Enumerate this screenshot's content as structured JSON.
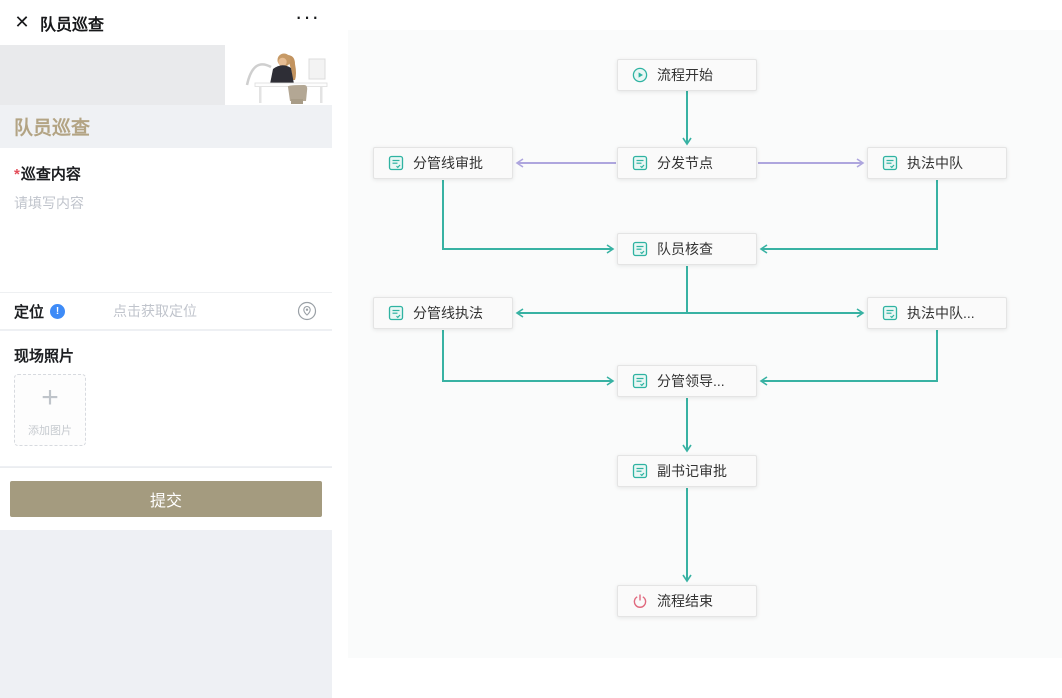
{
  "colors": {
    "accent_teal": "#38b2a3",
    "accent_purple": "#aea6de",
    "title_gold": "#b3a484",
    "submit_bg": "#a49b7f",
    "info_blue": "#3e8bf7",
    "end_icon_rose": "#e0697e",
    "node_bg": "#fafafa",
    "node_border": "#e4e4e4"
  },
  "left_panel": {
    "topbar": {
      "close_icon": "✕",
      "title": "队员巡查",
      "more_icon": "···"
    },
    "hero_title": "队员巡查",
    "fields": {
      "content": {
        "required_mark": "*",
        "label": "巡查内容",
        "placeholder": "请填写内容"
      },
      "location": {
        "label": "定位",
        "info_mark": "!",
        "placeholder": "点击获取定位"
      },
      "photos": {
        "label": "现场照片",
        "upload_plus": "+",
        "upload_text": "添加图片"
      }
    },
    "submit_label": "提交"
  },
  "flowchart": {
    "nodes": [
      {
        "id": "start",
        "label": "流程开始",
        "icon": "play-circle"
      },
      {
        "id": "line-approval",
        "label": "分管线审批",
        "icon": "form"
      },
      {
        "id": "dispatch",
        "label": "分发节点",
        "icon": "form"
      },
      {
        "id": "squadron",
        "label": "执法中队",
        "icon": "form"
      },
      {
        "id": "member-check",
        "label": "队员核查",
        "icon": "form"
      },
      {
        "id": "line-enforce",
        "label": "分管线执法",
        "icon": "form"
      },
      {
        "id": "squadron-more",
        "label": "执法中队...",
        "icon": "form"
      },
      {
        "id": "leader",
        "label": "分管领导...",
        "icon": "form"
      },
      {
        "id": "deputy-approval",
        "label": "副书记审批",
        "icon": "form"
      },
      {
        "id": "end",
        "label": "流程结束",
        "icon": "power"
      }
    ],
    "edges": [
      "start→dispatch",
      "dispatch→line-approval",
      "dispatch→squadron",
      "line-approval→member-check",
      "squadron→member-check",
      "member-check→line-enforce",
      "member-check→squadron-more",
      "line-enforce→leader",
      "squadron-more→leader",
      "leader→deputy-approval",
      "deputy-approval→end"
    ]
  }
}
